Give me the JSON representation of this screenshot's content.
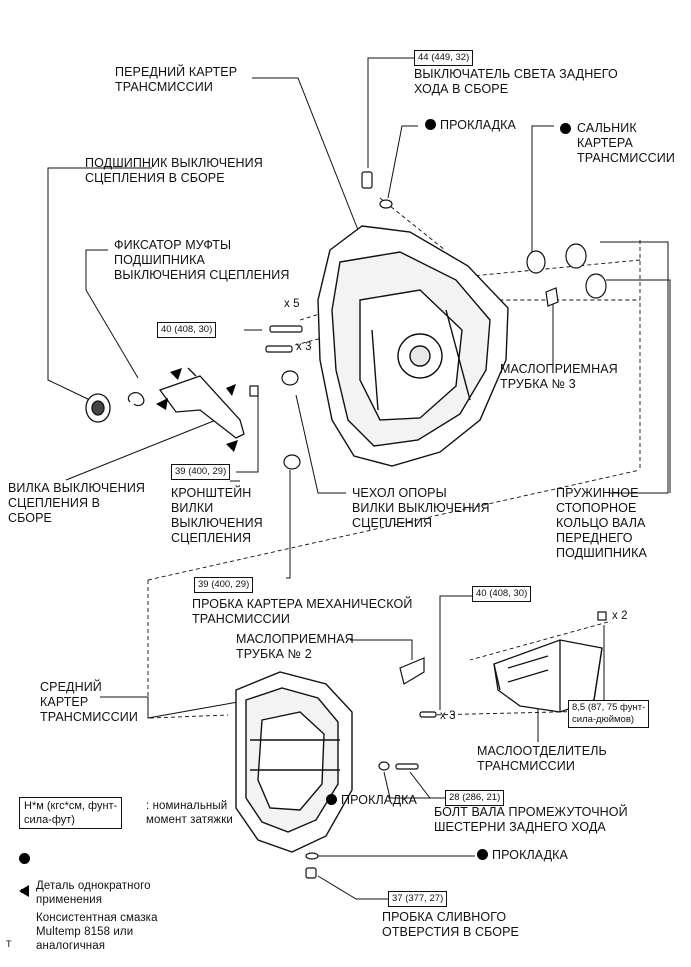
{
  "labels": {
    "front_case": "ПЕРЕДНИЙ КАРТЕР\nТРАНСМИССИИ",
    "release_bearing": "ПОДШИПНИК ВЫКЛЮЧЕНИЯ\nСЦЕПЛЕНИЯ В СБОРЕ",
    "bearing_clip": "ФИКСАТОР МУФТЫ\nПОДШИПНИКА\nВЫКЛЮЧЕНИЯ СЦЕПЛЕНИЯ",
    "back_up_switch": "ВЫКЛЮЧАТЕЛЬ СВЕТА ЗАДНЕГО\nХОДА В СБОРЕ",
    "gasket_top": "ПРОКЛАДКА",
    "oil_seal": "САЛЬНИК\nКАРТЕРА\nТРАНСМИССИИ",
    "oil_pipe_3": "МАСЛОПРИЕМНАЯ\nТРУБКА № 3",
    "release_fork": "ВИЛКА ВЫКЛЮЧЕНИЯ\nСЦЕПЛЕНИЯ В\nСБОРЕ",
    "fork_bracket": "КРОНШТЕЙН\nВИЛКИ\nВЫКЛЮЧЕНИЯ\nСЦЕПЛЕНИЯ",
    "fork_boot": "ЧЕХОЛ ОПОРЫ\nВИЛКИ ВЫКЛЮЧЕНИЯ\nСЦЕПЛЕНИЯ",
    "snap_ring": "ПРУЖИННОЕ\nСТОПОРНОЕ\nКОЛЬЦО ВАЛА\nПЕРЕДНЕГО\nПОДШИПНИКА",
    "case_plug": "ПРОБКА КАРТЕРА МЕХАНИЧЕСКОЙ\nТРАНСМИССИИ",
    "oil_pipe_2": "МАСЛОПРИЕМНАЯ\nТРУБКА № 2",
    "middle_case": "СРЕДНИЙ\nКАРТЕР\nТРАНСМИССИИ",
    "oil_separator": "МАСЛООТДЕЛИТЕЛЬ\nТРАНСМИССИИ",
    "gasket_mid": "ПРОКЛАДКА",
    "idler_shaft_bolt": "БОЛТ ВАЛА ПРОМЕЖУТОЧНОЙ\nШЕСТЕРНИ ЗАДНЕГО ХОДА",
    "gasket_bottom": "ПРОКЛАДКА",
    "drain_plug": "ПРОБКА СЛИВНОГО\nОТВЕРСТИЯ В СБОРЕ"
  },
  "torques": {
    "switch": "44 (449, 32)",
    "bolts_front": "40 (408, 30)",
    "bracket": "39 (400, 29)",
    "plug": "39 (400, 29)",
    "pipe2_bolt": "40 (408, 30)",
    "separator": "8,5 (87, 75 фунт-\nсила-дюймов)",
    "idler_bolt": "28 (286, 21)",
    "drain": "37 (377, 27)"
  },
  "quantities": {
    "x5": "x 5",
    "x3_front": "x 3",
    "x2": "x 2",
    "x3_mid": "x 3"
  },
  "legend": {
    "torque_box": "Н*м (кгс*см, фунт-\nсила-фут)",
    "torque_desc": ": номинальный\nмомент затяжки",
    "non_reusable": "Деталь однократного\nприменения",
    "grease": "Консистентная смазка\nMultemp 8158 или\nаналогичная"
  },
  "corner_mark": "T"
}
